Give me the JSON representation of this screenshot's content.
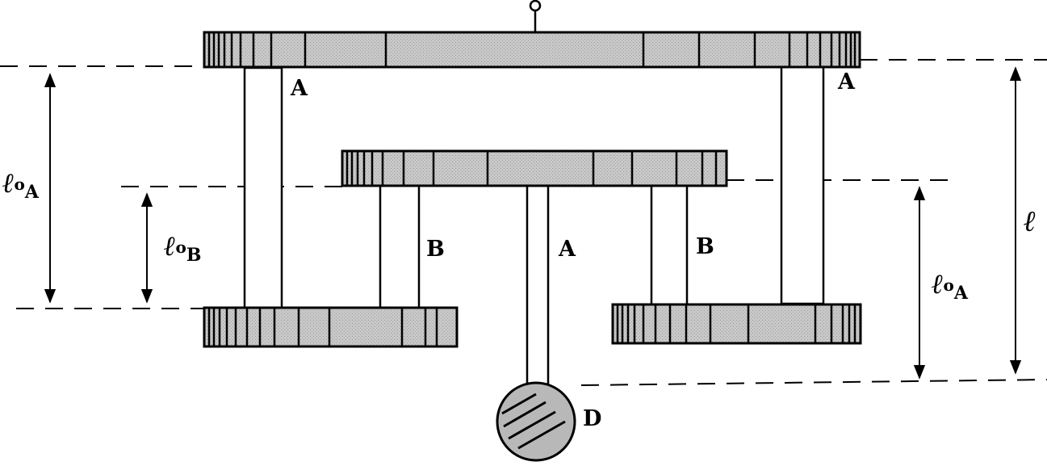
{
  "labels": {
    "wire_a_top_left": "A",
    "wire_a_top_right": "A",
    "wire_a_center": "A",
    "wire_b_left": "B",
    "wire_b_right": "B",
    "mass": "D"
  },
  "dimensions": {
    "l0A_left": {
      "symbol": "ℓ",
      "sub1": "o",
      "sub2": "A"
    },
    "l0B": {
      "symbol": "ℓ",
      "sub1": "o",
      "sub2": "B"
    },
    "l0A_right": {
      "symbol": "ℓ",
      "sub1": "o",
      "sub2": "A"
    },
    "l": {
      "symbol": "ℓ"
    }
  },
  "colors": {
    "line": "#000000",
    "bar_fill": "#c8c8c8",
    "mass_fill": "#b8b8b8",
    "background": "#ffffff"
  }
}
